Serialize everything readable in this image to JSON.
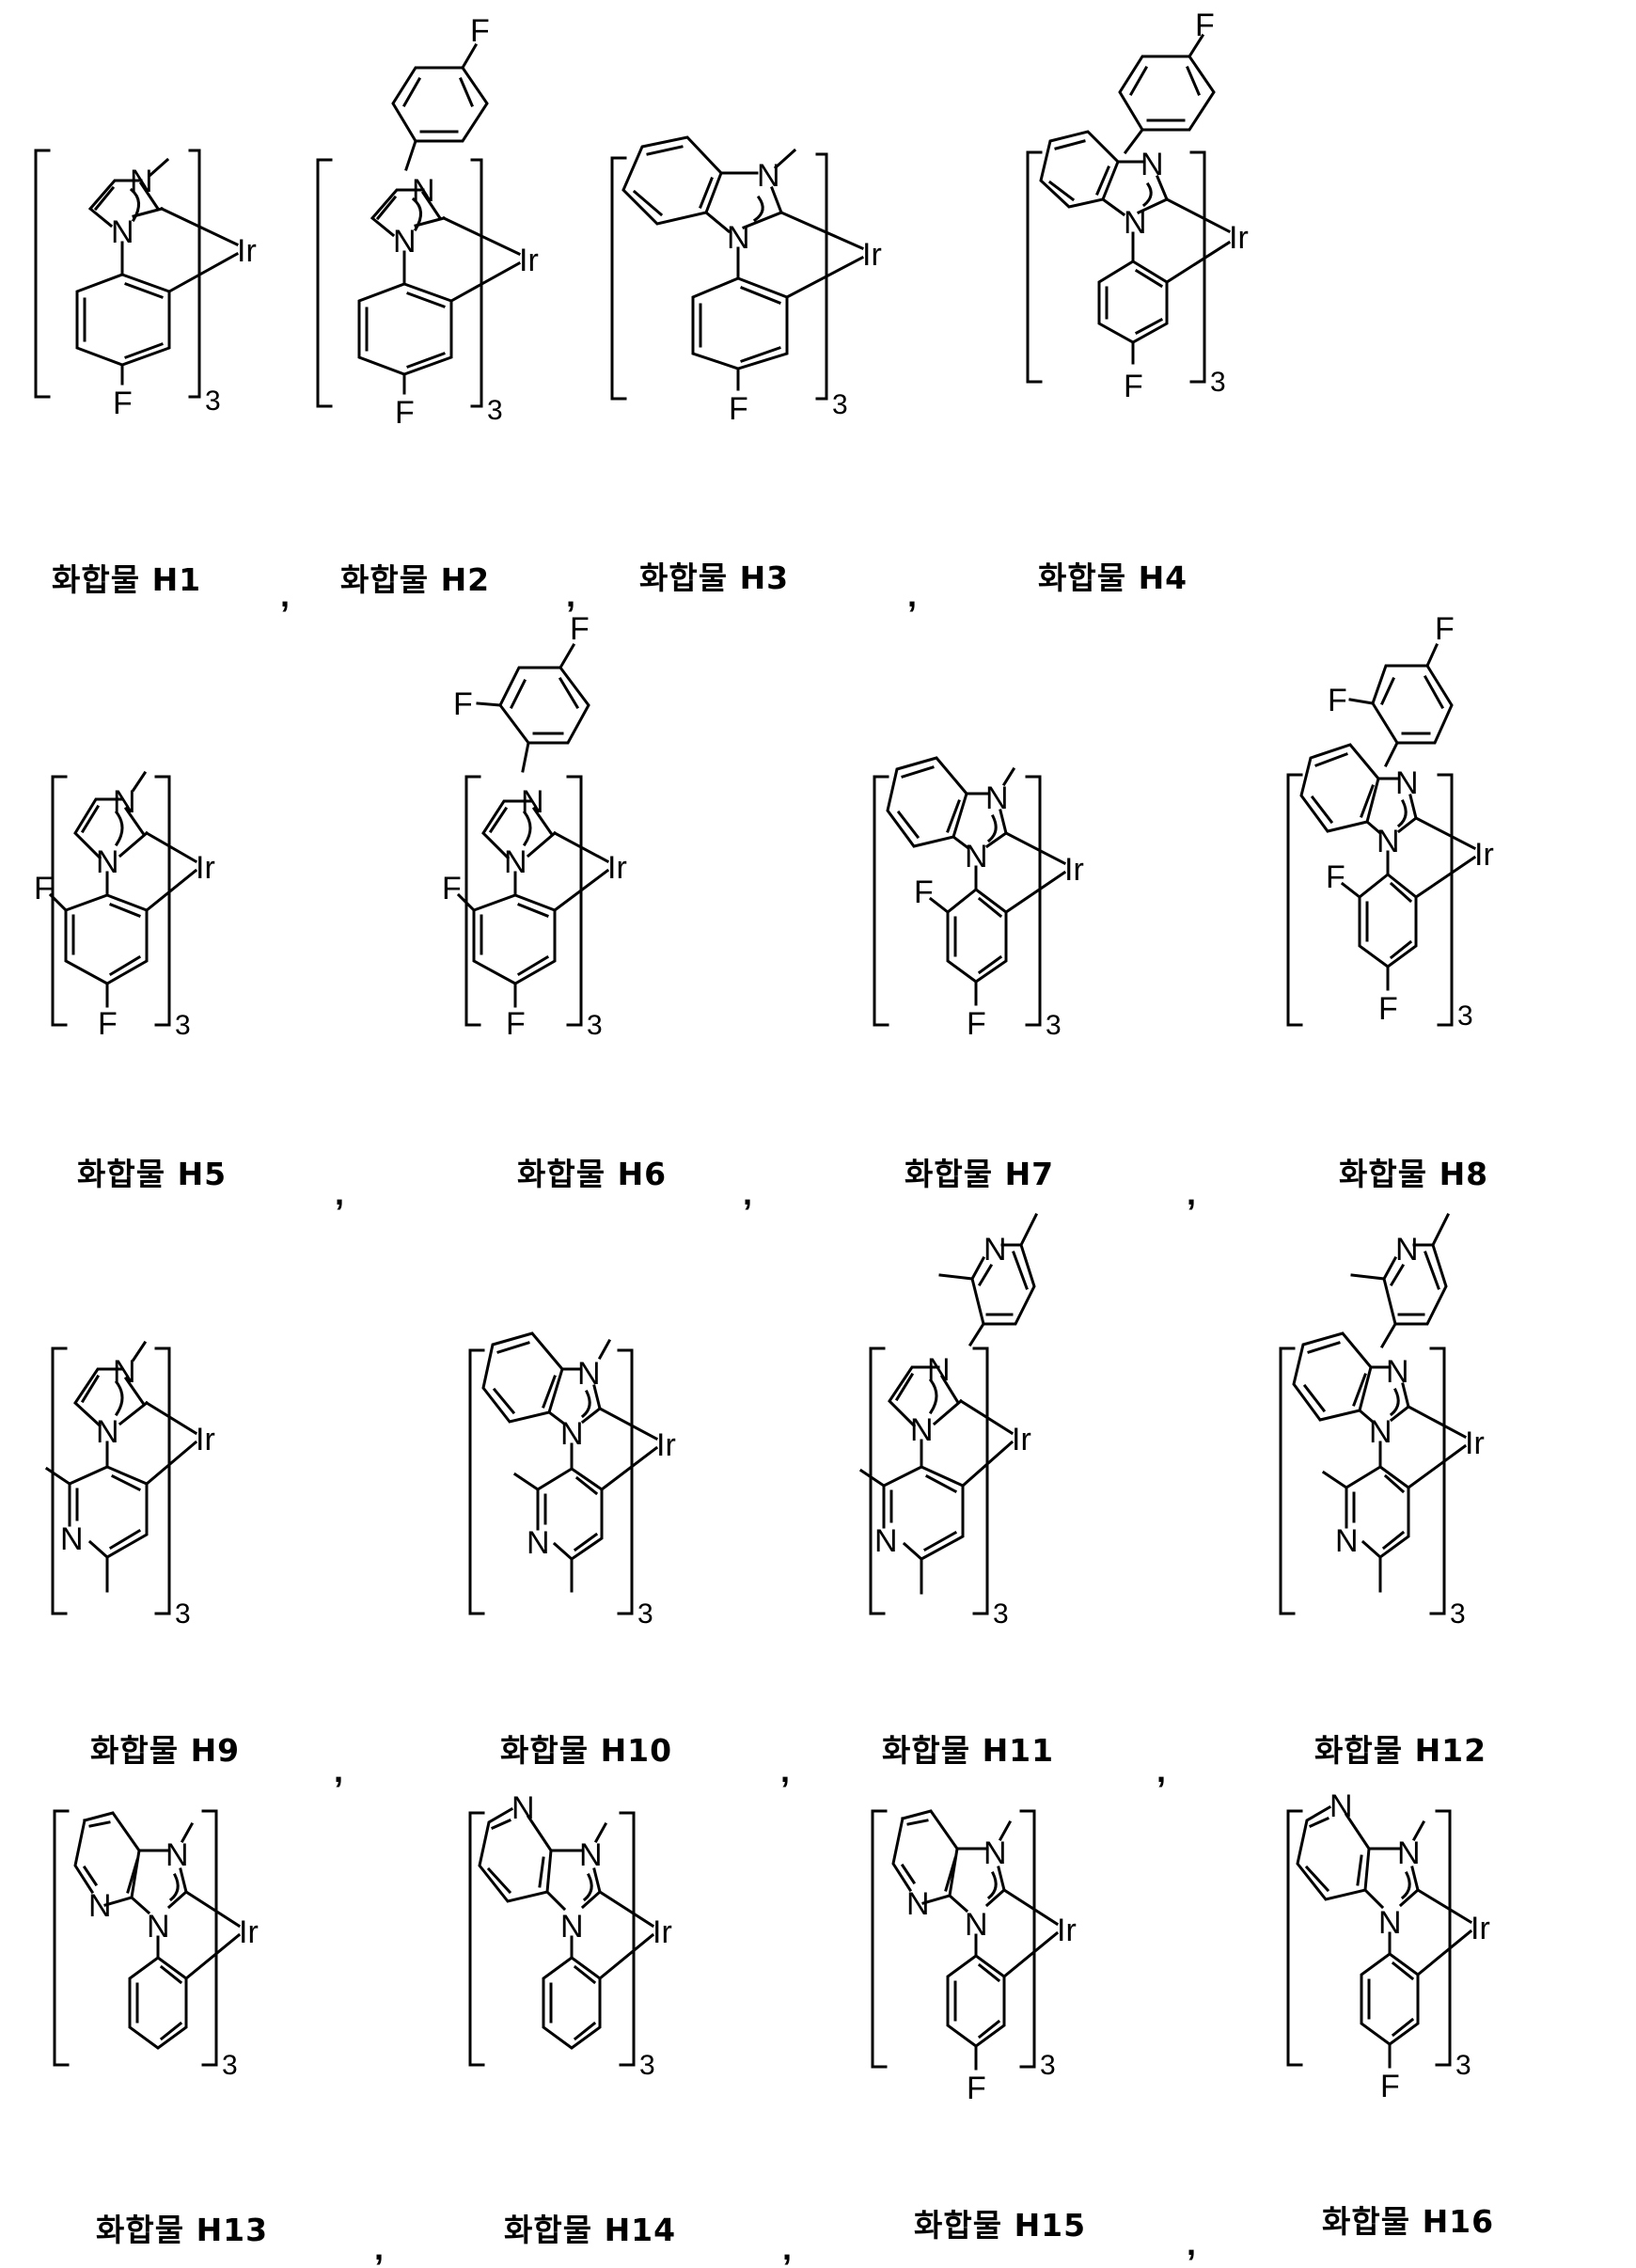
{
  "document": {
    "label_prefix": "화합물",
    "metal": "Ir",
    "multiplier": "3",
    "separator": ","
  },
  "compounds": [
    {
      "id": "H1",
      "label": "화합물 H1",
      "core": "imidazole",
      "n_substituent": "methyl",
      "aryl": "4-fluorophenyl",
      "atoms": {
        "n_top": "N",
        "n_bottom": "N",
        "f": "F",
        "metal": "Ir",
        "count": "3"
      }
    },
    {
      "id": "H2",
      "label": "화합물 H2",
      "core": "imidazole",
      "n_substituent": "4-fluorophenyl",
      "aryl": "4-fluorophenyl",
      "atoms": {
        "n_top": "N",
        "n_bottom": "N",
        "f": "F",
        "f_top": "F",
        "metal": "Ir",
        "count": "3"
      }
    },
    {
      "id": "H3",
      "label": "화합물 H3",
      "core": "benzimidazole",
      "n_substituent": "methyl",
      "aryl": "4-fluorophenyl",
      "atoms": {
        "n_top": "N",
        "n_bottom": "N",
        "f": "F",
        "metal": "Ir",
        "count": "3"
      }
    },
    {
      "id": "H4",
      "label": "화합물 H4",
      "core": "benzimidazole",
      "n_substituent": "4-fluorophenyl",
      "aryl": "4-fluorophenyl",
      "atoms": {
        "n_top": "N",
        "n_bottom": "N",
        "f": "F",
        "f_top": "F",
        "metal": "Ir",
        "count": "3"
      }
    },
    {
      "id": "H5",
      "label": "화합물 H5",
      "core": "imidazole",
      "n_substituent": "methyl",
      "aryl": "2,4-difluorophenyl",
      "atoms": {
        "n_top": "N",
        "n_bottom": "N",
        "f": "F",
        "f_side": "F",
        "metal": "Ir",
        "count": "3"
      }
    },
    {
      "id": "H6",
      "label": "화합물 H6",
      "core": "imidazole",
      "n_substituent": "2,4-difluorophenyl",
      "aryl": "2,4-difluorophenyl",
      "atoms": {
        "n_top": "N",
        "n_bottom": "N",
        "f": "F",
        "f_side": "F",
        "f_top": "F",
        "f_top2": "F",
        "metal": "Ir",
        "count": "3"
      }
    },
    {
      "id": "H7",
      "label": "화합물 H7",
      "core": "benzimidazole",
      "n_substituent": "methyl",
      "aryl": "2,4-difluorophenyl",
      "atoms": {
        "n_top": "N",
        "n_bottom": "N",
        "f": "F",
        "f_side": "F",
        "metal": "Ir",
        "count": "3"
      }
    },
    {
      "id": "H8",
      "label": "화합물 H8",
      "core": "benzimidazole",
      "n_substituent": "2,4-difluorophenyl",
      "aryl": "2,4-difluorophenyl",
      "atoms": {
        "n_top": "N",
        "n_bottom": "N",
        "f": "F",
        "f_side": "F",
        "f_top": "F",
        "f_top2": "F",
        "metal": "Ir",
        "count": "3"
      }
    },
    {
      "id": "H9",
      "label": "화합물 H9",
      "core": "imidazole",
      "n_substituent": "methyl",
      "aryl": "2,6-dimethylpyridin-3-yl",
      "atoms": {
        "n_top": "N",
        "n_bottom": "N",
        "n_py": "N",
        "metal": "Ir",
        "count": "3"
      }
    },
    {
      "id": "H10",
      "label": "화합물 H10",
      "core": "benzimidazole",
      "n_substituent": "methyl",
      "aryl": "2,6-dimethylpyridin-3-yl",
      "atoms": {
        "n_top": "N",
        "n_bottom": "N",
        "n_py": "N",
        "metal": "Ir",
        "count": "3"
      }
    },
    {
      "id": "H11",
      "label": "화합물 H11",
      "core": "imidazole",
      "n_substituent": "2,6-dimethylpyridin-3-yl",
      "aryl": "2,6-dimethylpyridin-3-yl",
      "atoms": {
        "n_top": "N",
        "n_bottom": "N",
        "n_py": "N",
        "n_py_top": "N",
        "metal": "Ir",
        "count": "3"
      }
    },
    {
      "id": "H12",
      "label": "화합물 H12",
      "core": "benzimidazole",
      "n_substituent": "2,6-dimethylpyridin-3-yl",
      "aryl": "2,6-dimethylpyridin-3-yl",
      "atoms": {
        "n_top": "N",
        "n_bottom": "N",
        "n_py": "N",
        "n_py_top": "N",
        "metal": "Ir",
        "count": "3"
      }
    },
    {
      "id": "H13",
      "label": "화합물 H13",
      "core": "imidazo[4,5-b]pyridine (N adjacent to N-aryl)",
      "n_substituent": "methyl",
      "aryl": "phenyl",
      "atoms": {
        "n_top": "N",
        "n_bottom": "N",
        "n_ring": "N",
        "metal": "Ir",
        "count": "3"
      }
    },
    {
      "id": "H14",
      "label": "화합물 H14",
      "core": "imidazo[4,5-b]pyridine (N adjacent to N-methyl)",
      "n_substituent": "methyl",
      "aryl": "phenyl",
      "atoms": {
        "n_top": "N",
        "n_bottom": "N",
        "n_ring": "N",
        "metal": "Ir",
        "count": "3"
      }
    },
    {
      "id": "H15",
      "label": "화합물 H15",
      "core": "imidazo[4,5-b]pyridine (N adjacent to N-aryl)",
      "n_substituent": "methyl",
      "aryl": "4-fluorophenyl",
      "atoms": {
        "n_top": "N",
        "n_bottom": "N",
        "n_ring": "N",
        "f": "F",
        "metal": "Ir",
        "count": "3"
      }
    },
    {
      "id": "H16",
      "label": "화합물 H16",
      "core": "imidazo[4,5-b]pyridine (N adjacent to N-methyl)",
      "n_substituent": "methyl",
      "aryl": "4-fluorophenyl",
      "atoms": {
        "n_top": "N",
        "n_bottom": "N",
        "n_ring": "N",
        "f": "F",
        "metal": "Ir",
        "count": "3"
      }
    }
  ]
}
